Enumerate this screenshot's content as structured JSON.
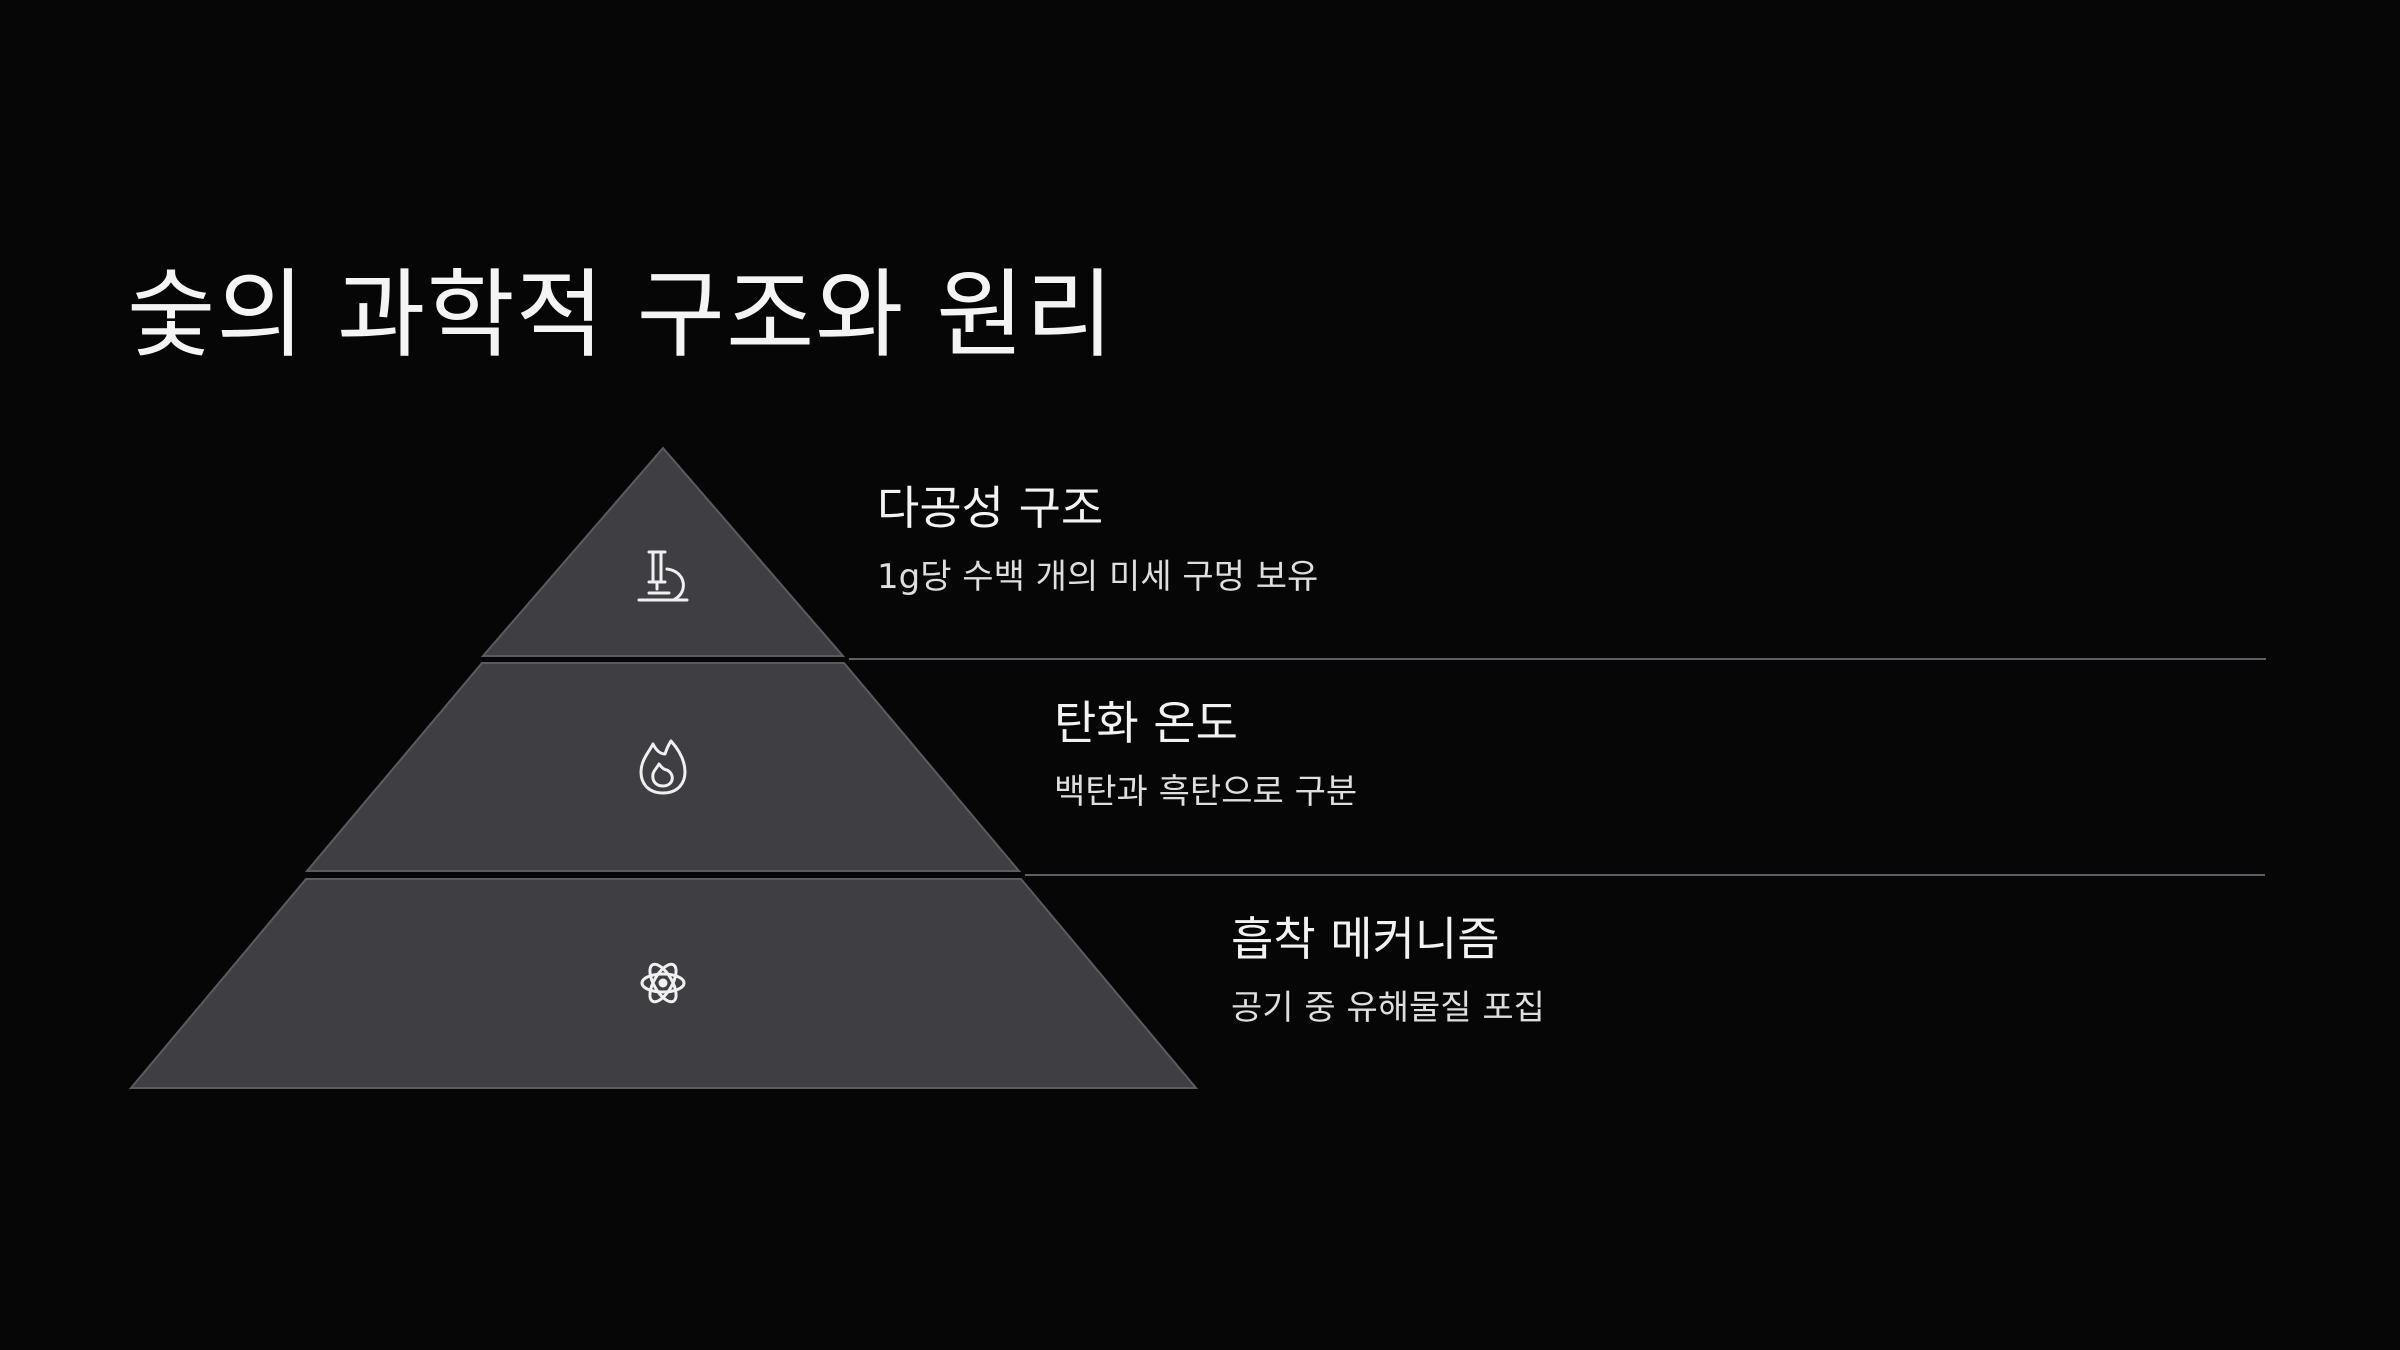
{
  "title": "숯의 과학적 구조와 원리",
  "levels": [
    {
      "heading": "다공성 구조",
      "description": "1g당 수백 개의 미세 구멍 보유",
      "icon": "microscope-icon"
    },
    {
      "heading": "탄화 온도",
      "description": "백탄과 흑탄으로 구분",
      "icon": "flame-icon"
    },
    {
      "heading": "흡착 메커니즘",
      "description": "공기 중 유해물질 포집",
      "icon": "atom-icon"
    }
  ],
  "colors": {
    "background": "#060606",
    "pyramid_fill": "#3f3f43",
    "pyramid_stroke": "#5b5b60",
    "text": "#f2f2f2",
    "divider": "#5f5f63"
  }
}
